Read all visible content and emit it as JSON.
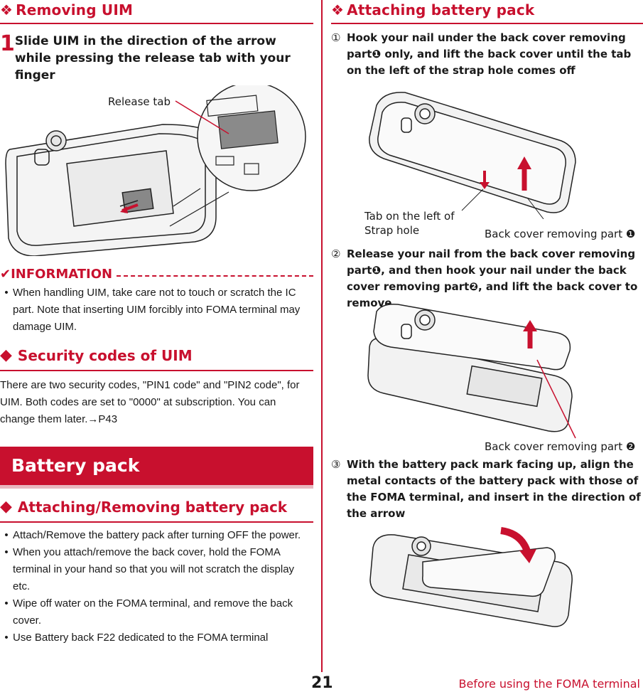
{
  "left": {
    "removing_heading": "Removing UIM",
    "heading_mark": "❖",
    "step_number": "1",
    "step_text": "Slide UIM in the direction of the arrow while pressing the release tab with your finger",
    "release_tab_label": "Release tab",
    "info_check": "✔",
    "info_title": "INFORMATION",
    "info_bullets": [
      "When handling UIM, take care not to touch or scratch the IC part. Note that inserting UIM forcibly into FOMA terminal may damage UIM."
    ],
    "security_heading": "Security codes of UIM",
    "diamond": "◆",
    "security_text": "There are two security codes, \"PIN1 code\" and \"PIN2 code\", for UIM. Both codes are set to \"0000\" at subscription. You can change them later.→P43",
    "banner": "Battery pack",
    "attach_remove_heading": "Attaching/Removing battery pack",
    "bullets": [
      "Attach/Remove the battery pack after turning OFF the power.",
      "When you attach/remove the back cover, hold the FOMA terminal in your hand so that you will not scratch the display etc.",
      "Wipe off water on the FOMA terminal, and remove the back cover.",
      "Use Battery back F22 dedicated to the FOMA terminal"
    ],
    "bullet_mark": "•"
  },
  "right": {
    "attaching_heading": "Attaching battery pack",
    "heading_mark": "❖",
    "items": [
      {
        "num": "①",
        "text": "Hook your nail under the back cover removing part❶ only, and lift the back cover until the tab on the left of the strap hole comes off"
      },
      {
        "num": "②",
        "text": "Release your nail from the back cover removing part❶, and then hook your nail under the back cover removing part❷, and lift the back cover to remove"
      },
      {
        "num": "③",
        "text": "With the battery pack mark facing up, align the metal contacts of the battery pack with those of the FOMA terminal, and insert in the direction of the arrow"
      }
    ],
    "tab_label_line1": "Tab on the left of",
    "tab_label_line2": "Strap hole",
    "removing_part_1": "Back cover removing part ❶",
    "removing_part_2": "Back cover removing part ❷"
  },
  "page_number": "21",
  "footer": "Before using the FOMA terminal",
  "colors": {
    "accent": "#c8102e",
    "banner_shadow": "#e8b7bf"
  }
}
